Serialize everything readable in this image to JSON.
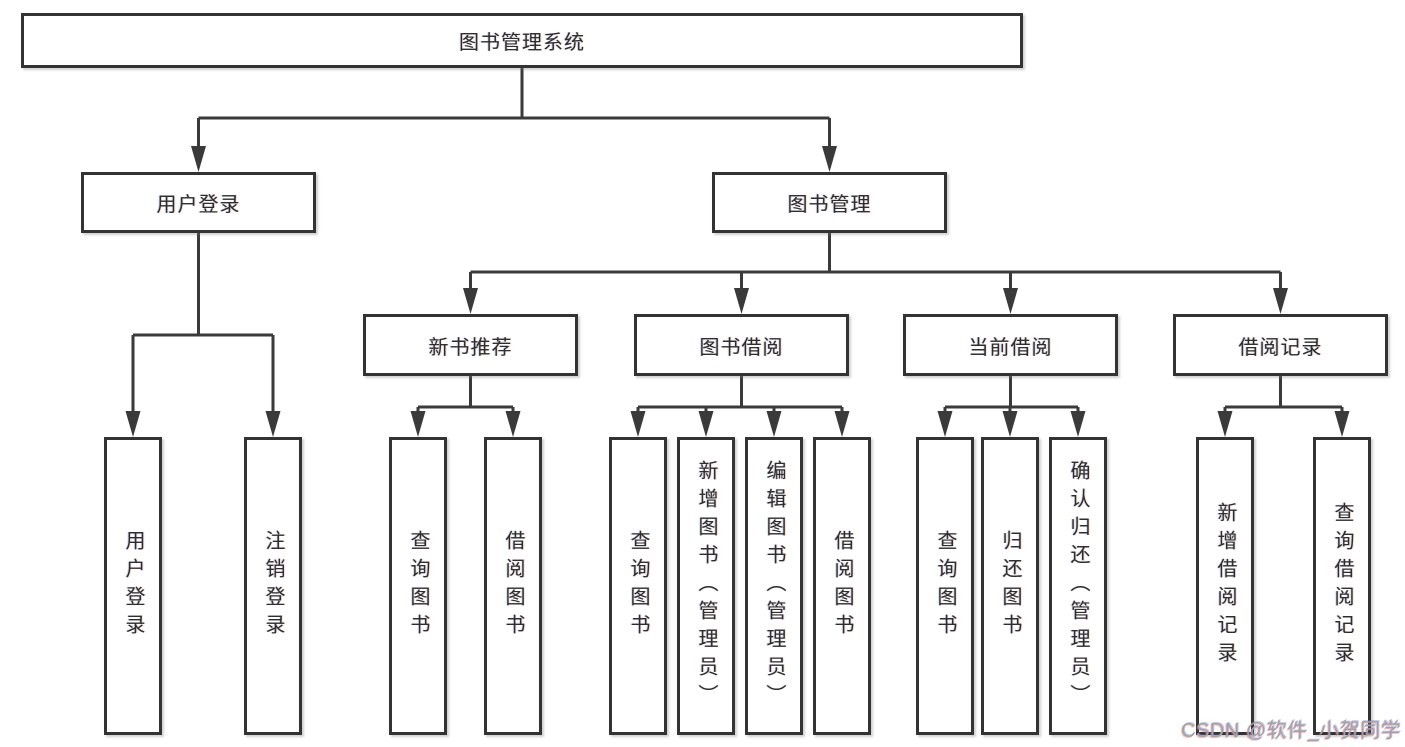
{
  "tree": {
    "root": {
      "label": "图书管理系统",
      "children": [
        {
          "label": "用户登录",
          "children": [
            {
              "label": "用户登录"
            },
            {
              "label": "注销登录"
            }
          ]
        },
        {
          "label": "图书管理",
          "children": [
            {
              "label": "新书推荐",
              "children": [
                {
                  "label": "查询图书"
                },
                {
                  "label": "借阅图书"
                }
              ]
            },
            {
              "label": "图书借阅",
              "children": [
                {
                  "label": "查询图书"
                },
                {
                  "label": "新增图书（管理员）"
                },
                {
                  "label": "编辑图书（管理员）"
                },
                {
                  "label": "借阅图书"
                }
              ]
            },
            {
              "label": "当前借阅",
              "children": [
                {
                  "label": "查询图书"
                },
                {
                  "label": "归还图书"
                },
                {
                  "label": "确认归还（管理员）"
                }
              ]
            },
            {
              "label": "借阅记录",
              "children": [
                {
                  "label": "新增借阅记录"
                },
                {
                  "label": "查询借阅记录"
                }
              ]
            }
          ]
        }
      ]
    }
  },
  "watermark": {
    "text": "CSDN @软件_小贺同学"
  },
  "colors": {
    "line": "#3a3a3a",
    "box_border": "#333333",
    "box_fill": "#ffffff",
    "text": "#2e2e2e",
    "watermark": "#a3a3a3"
  }
}
